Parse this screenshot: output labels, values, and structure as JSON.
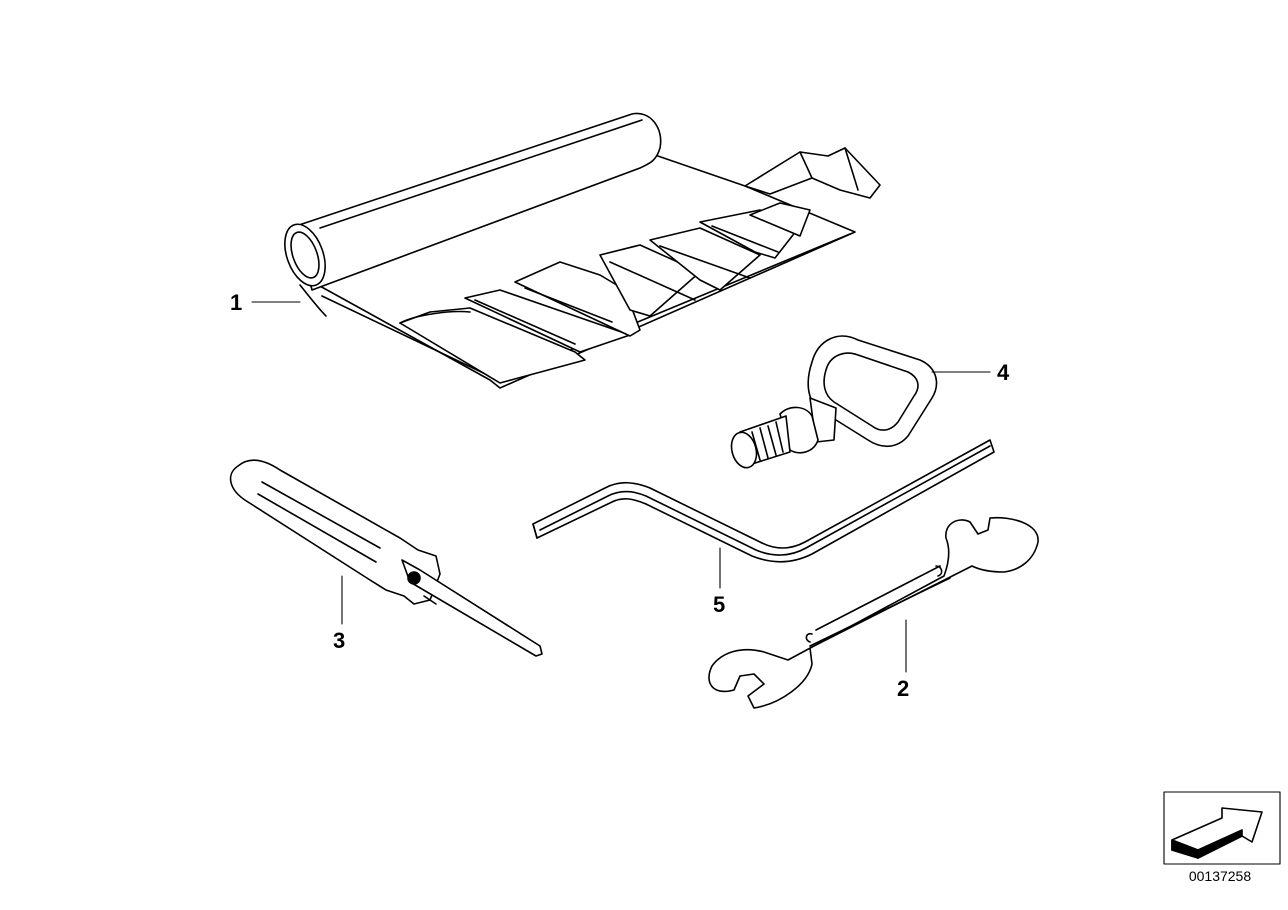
{
  "parts": [
    {
      "number": "1"
    },
    {
      "number": "2"
    },
    {
      "number": "3"
    },
    {
      "number": "4"
    },
    {
      "number": "5"
    }
  ],
  "document_number": "00137258"
}
